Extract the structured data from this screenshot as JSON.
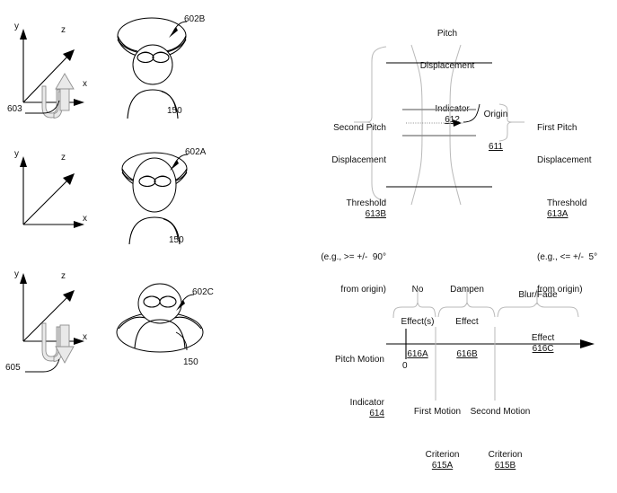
{
  "figure": {
    "title": "Pitch displacement and pitch motion indicator patent figure",
    "axis_letters": {
      "x": "x",
      "y": "y",
      "z": "z"
    }
  },
  "panels": {
    "top_left": {
      "rotation_ref": "603",
      "headset_ref": "602B",
      "user_ref": "150",
      "axis_x": "x",
      "axis_y": "y",
      "axis_z": "z"
    },
    "middle_left": {
      "headset_ref": "602A",
      "user_ref": "150",
      "axis_x": "x",
      "axis_y": "y",
      "axis_z": "z"
    },
    "bottom_left": {
      "rotation_ref": "605",
      "headset_ref": "602C",
      "user_ref": "150",
      "axis_x": "x",
      "axis_y": "y",
      "axis_z": "z"
    },
    "pitch_displacement": {
      "title_line1": "Pitch",
      "title_line2": "Displacement",
      "title_line3": "Indicator",
      "title_ref": "612",
      "origin_label": "Origin",
      "origin_ref": "611",
      "left_callout": {
        "line1": "Second Pitch",
        "line2": "Displacement",
        "line3": "Threshold",
        "ref": "613B",
        "line4": "(e.g., >= +/-  90°",
        "line5": "from origin)"
      },
      "right_callout": {
        "line1": "First Pitch",
        "line2": "Displacement",
        "line3": "Threshold",
        "ref": "613A",
        "line4": "(e.g., <= +/-  5°",
        "line5": "from origin)"
      }
    },
    "pitch_motion": {
      "axis_label_line1": "Pitch Motion",
      "axis_label_line2": "Indicator",
      "axis_ref": "614",
      "zero_tick": "0",
      "effects": [
        {
          "line1": "No",
          "line2": "Effect(s)",
          "ref": "616A"
        },
        {
          "line1": "Dampen",
          "line2": "Effect",
          "ref": "616B"
        },
        {
          "line1": "Blur/Fade",
          "line2": "Effect",
          "ref": "616C"
        }
      ],
      "criteria": [
        {
          "line1": "First Motion",
          "line2": "Criterion",
          "ref": "615A"
        },
        {
          "line1": "Second Motion",
          "line2": "Criterion",
          "ref": "615B"
        }
      ]
    }
  },
  "colors": {
    "ink": "#000000",
    "gray_rule": "#8a8a8a",
    "light_rule": "#b9b9b9",
    "arrow_fill": "#e9e9e9"
  }
}
